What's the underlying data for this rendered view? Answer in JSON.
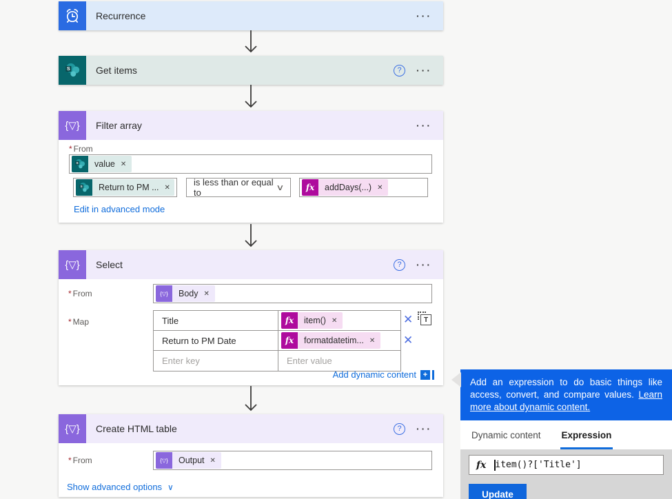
{
  "icons": {
    "ellipsis": "···",
    "help": "?",
    "remove": "✕",
    "chevron": "∨",
    "fx": "fx",
    "braces": "{▽}",
    "plus": "+",
    "required": "*",
    "text_mode": "T"
  },
  "steps": {
    "recurrence": {
      "title": "Recurrence"
    },
    "get_items": {
      "title": "Get items"
    },
    "filter": {
      "title": "Filter array",
      "from_label": "From",
      "from_token": "value",
      "cond_left_token": "Return to PM ...",
      "operator": "is less than or equal to",
      "cond_right_token": "addDays(...)",
      "advanced_link": "Edit in advanced mode"
    },
    "select": {
      "title": "Select",
      "from_label": "From",
      "from_token": "Body",
      "map_label": "Map",
      "rows": [
        {
          "key": "Title",
          "value": "item()"
        },
        {
          "key": "Return to PM Date",
          "value": "formatdatetim..."
        }
      ],
      "key_placeholder": "Enter key",
      "value_placeholder": "Enter value",
      "add_dynamic": "Add dynamic content"
    },
    "create_table": {
      "title": "Create HTML table",
      "from_label": "From",
      "from_token": "Output",
      "advanced_link": "Show advanced options"
    }
  },
  "panel": {
    "banner_text": "Add an expression to do basic things like access, convert, and compare values.",
    "banner_link": "Learn more about dynamic content.",
    "tab_dynamic": "Dynamic content",
    "tab_expression": "Expression",
    "fx_glyph": "fx",
    "expression": "item()?['Title']",
    "update_label": "Update"
  },
  "colors": {
    "recurrence_tile": "#2a6be2",
    "sharepoint_tile": "#07666b",
    "data_operation_tile": "#8a67dd",
    "expression_magenta": "#ae0b9d",
    "link_blue": "#0f6cdb",
    "banner_blue": "#0d63e6",
    "canvas_bg": "#f7f7f6"
  }
}
